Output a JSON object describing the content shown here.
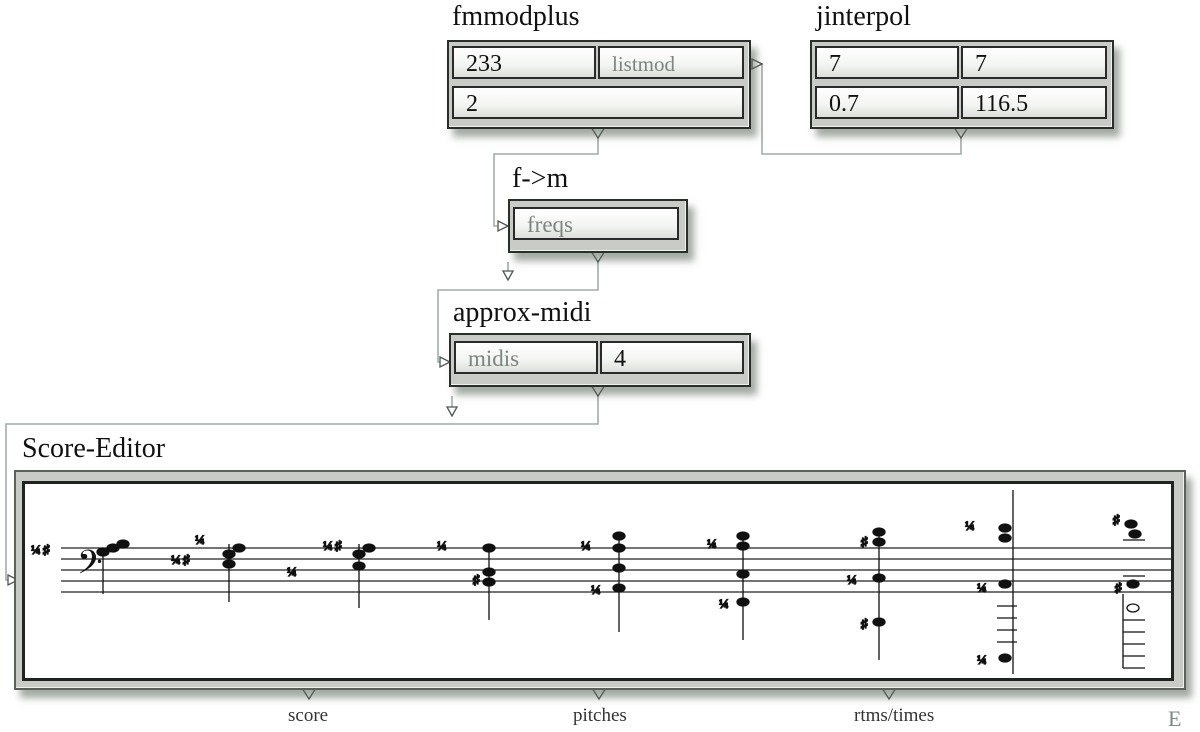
{
  "boxes": {
    "fmmodplus": {
      "title": "fmmodplus",
      "inputs": [
        "233",
        "listmod",
        "2"
      ]
    },
    "jinterpol": {
      "title": "jinterpol",
      "inputs": [
        "7",
        "7",
        "0.7",
        "116.5"
      ]
    },
    "f_to_m": {
      "title": "f->m",
      "inputs": [
        "freqs"
      ]
    },
    "approx_midi": {
      "title": "approx-midi",
      "inputs": [
        "midis",
        "4"
      ]
    },
    "score_editor": {
      "title": "Score-Editor",
      "outputs": [
        "score",
        "pitches",
        "rtms/times"
      ],
      "corner_label": "E"
    }
  },
  "score": {
    "clef": "bass",
    "accidental_marks": [
      "1/4",
      "#",
      "1/4↑"
    ],
    "chord_count": 9
  },
  "colors": {
    "box_frame": "#c9ccc6",
    "cell_border": "#2a2a2a",
    "wire": "#9aa3a0",
    "placeholder_text": "#7b8480"
  }
}
